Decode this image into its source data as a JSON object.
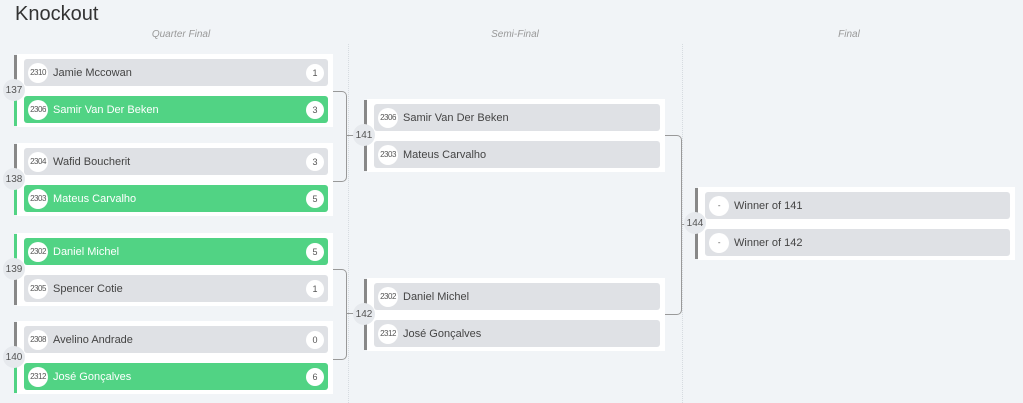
{
  "title": "Knockout",
  "rounds": [
    "Quarter Final",
    "Semi-Final",
    "Final"
  ],
  "matches": [
    {
      "id": "137",
      "players": [
        {
          "seed": "2310",
          "name": "Jamie Mccowan",
          "score": "1",
          "win": false
        },
        {
          "seed": "2306",
          "name": "Samir Van Der Beken",
          "score": "3",
          "win": true
        }
      ]
    },
    {
      "id": "138",
      "players": [
        {
          "seed": "2304",
          "name": "Wafid Boucherit",
          "score": "3",
          "win": false
        },
        {
          "seed": "2303",
          "name": "Mateus Carvalho",
          "score": "5",
          "win": true
        }
      ]
    },
    {
      "id": "139",
      "players": [
        {
          "seed": "2302",
          "name": "Daniel Michel",
          "score": "5",
          "win": true
        },
        {
          "seed": "2305",
          "name": "Spencer Cotie",
          "score": "1",
          "win": false
        }
      ]
    },
    {
      "id": "140",
      "players": [
        {
          "seed": "2308",
          "name": "Avelino Andrade",
          "score": "0",
          "win": false
        },
        {
          "seed": "2312",
          "name": "José Gonçalves",
          "score": "6",
          "win": true
        }
      ]
    },
    {
      "id": "141",
      "players": [
        {
          "seed": "2306",
          "name": "Samir Van Der Beken"
        },
        {
          "seed": "2303",
          "name": "Mateus Carvalho"
        }
      ]
    },
    {
      "id": "142",
      "players": [
        {
          "seed": "2302",
          "name": "Daniel Michel"
        },
        {
          "seed": "2312",
          "name": "José Gonçalves"
        }
      ]
    },
    {
      "id": "144",
      "players": [
        {
          "seed": "-",
          "name": "Winner of 141"
        },
        {
          "seed": "-",
          "name": "Winner of 142"
        }
      ]
    }
  ],
  "colors": {
    "win": "#51d384",
    "row": "#dfe1e5"
  }
}
